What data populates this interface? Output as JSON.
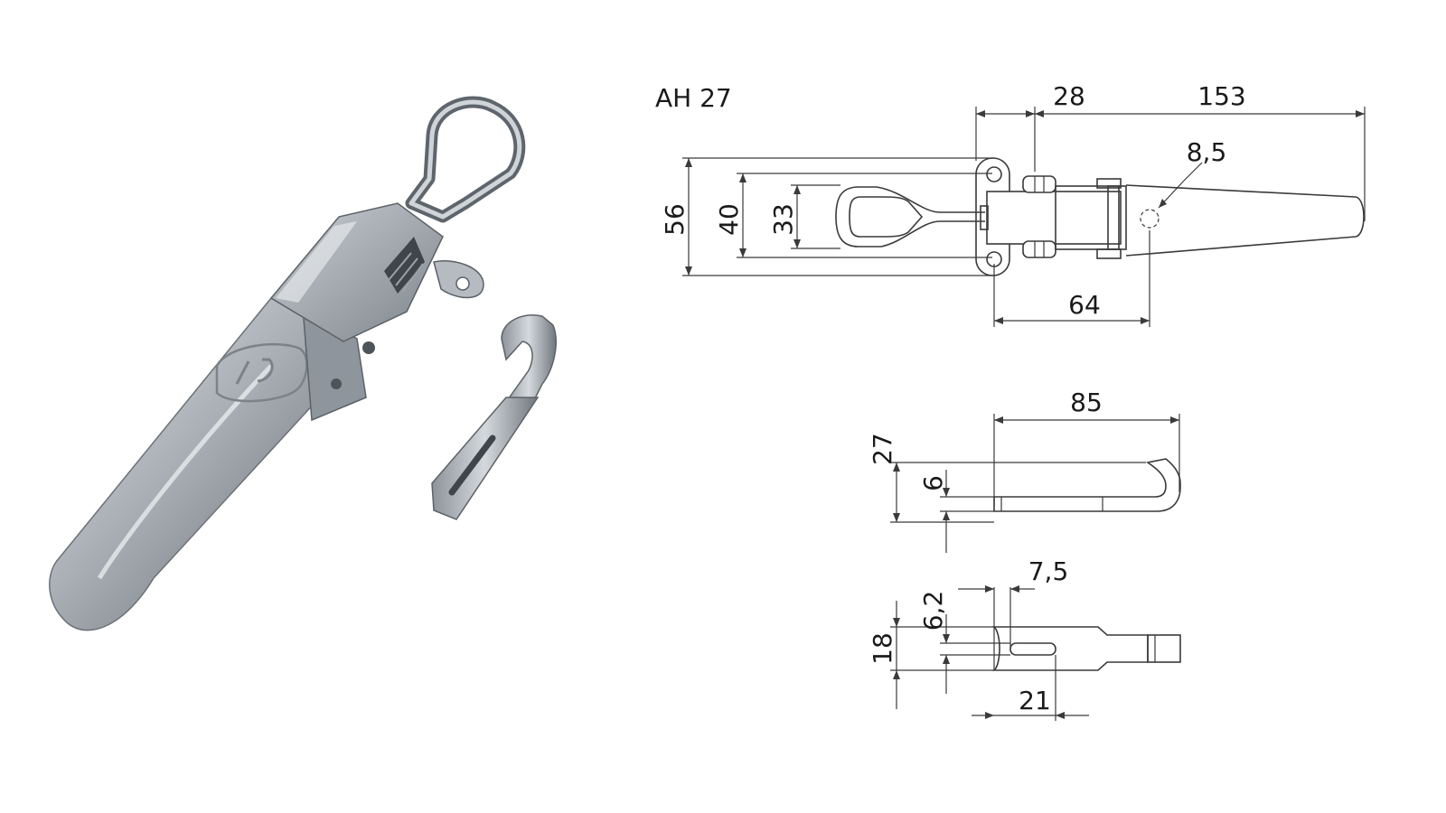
{
  "drawing": {
    "model_label": "AH 27",
    "top_view": {
      "width_28": "28",
      "length_153": "153",
      "hole_8_5": "8,5",
      "height_56": "56",
      "height_40": "40",
      "height_33": "33",
      "spacing_64": "64"
    },
    "hook_side_view": {
      "length_85": "85",
      "height_27": "27",
      "thickness_6": "6"
    },
    "hook_top_view": {
      "slot_7_5": "7,5",
      "slot_6_2": "6,2",
      "width_18": "18",
      "length_21": "21"
    }
  },
  "colors": {
    "line": "#3a3a3a",
    "text": "#1a1a1a",
    "metal_light": "#d7dbdf",
    "metal_mid": "#9aa1a8",
    "metal_dark": "#5d646b"
  }
}
